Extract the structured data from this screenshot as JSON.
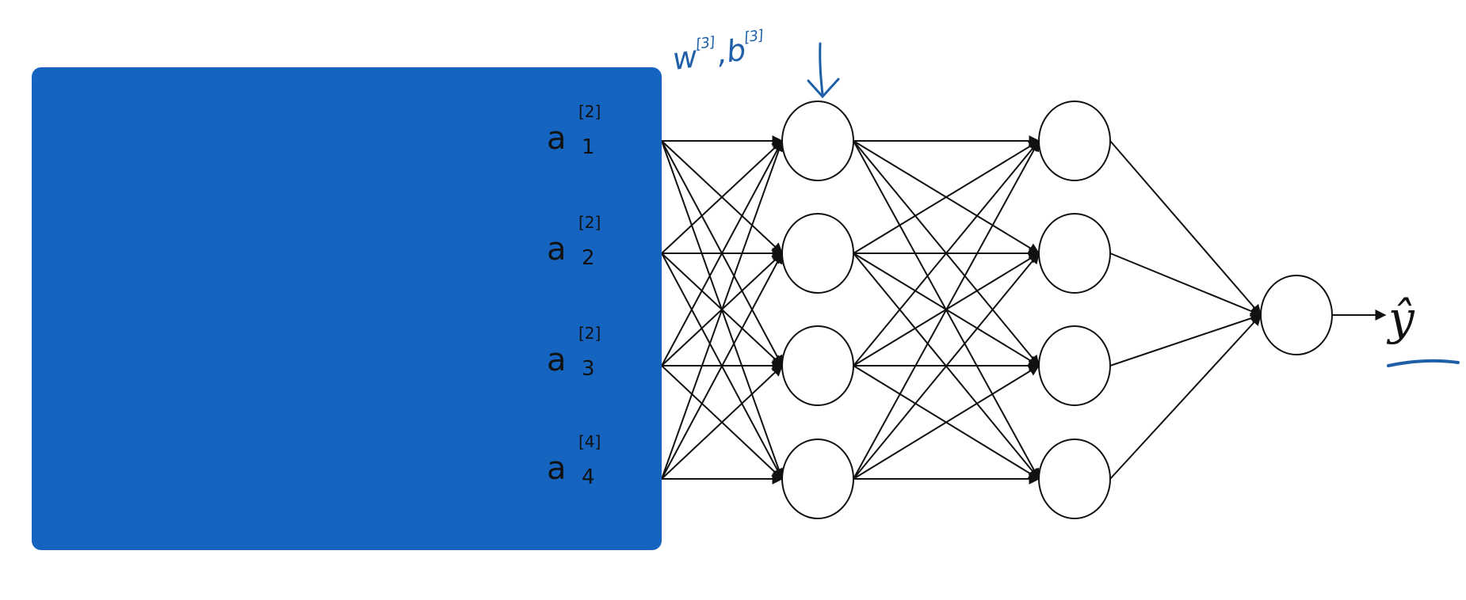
{
  "inputs": [
    {
      "letter": "a",
      "sup": "[2]",
      "sub": "1"
    },
    {
      "letter": "a",
      "sup": "[2]",
      "sub": "2"
    },
    {
      "letter": "a",
      "sup": "[2]",
      "sub": "3"
    },
    {
      "letter": "a",
      "sup": "[4]",
      "sub": "4"
    }
  ],
  "annotation": {
    "w": "w",
    "w_sup": "[3]",
    "sep": ",",
    "b": "b",
    "b_sup": "[3]"
  },
  "output": {
    "label": "ŷ"
  },
  "layers": {
    "hidden_1_units": 4,
    "hidden_2_units": 4,
    "output_units": 1
  },
  "colors": {
    "overlay": "#1565C0",
    "annotation": "#1f5fa8",
    "line": "#111111"
  }
}
